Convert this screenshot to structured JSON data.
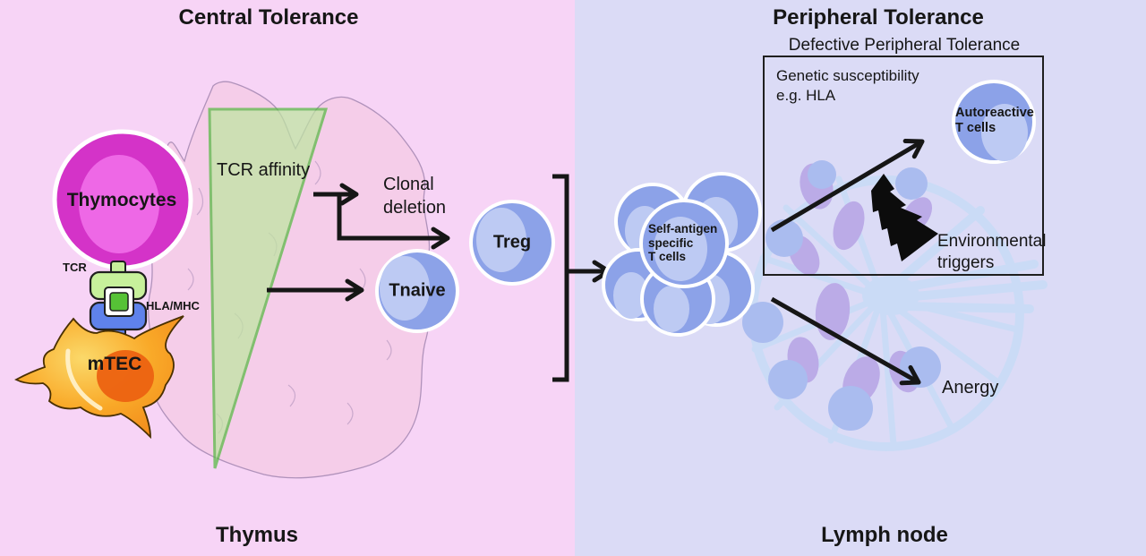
{
  "figure": {
    "central": {
      "title": "Central Tolerance",
      "organ_label": "Thymus"
    },
    "peripheral": {
      "title": "Peripheral Tolerance",
      "subtitle": "Defective Peripheral Tolerance",
      "organ_label": "Lymph node"
    }
  },
  "cells": {
    "thymocytes": "Thymocytes",
    "treg": "Treg",
    "tnaive": "Tnaive",
    "mtec": "mTEC",
    "self_antigen_lines": [
      "Self-antigen",
      "specific",
      "T cells"
    ],
    "autoreactive_lines": [
      "Autoreactive",
      "T cells"
    ]
  },
  "molecules": {
    "tcr": "TCR",
    "hla_mhc": "HLA/MHC"
  },
  "annotations": {
    "tcr_affinity": "TCR affinity",
    "clonal_deletion_lines": [
      "Clonal",
      "deletion"
    ],
    "genetic_lines": [
      "Genetic susceptibility",
      "e.g. HLA"
    ],
    "environmental_lines": [
      "Environmental",
      "triggers"
    ],
    "anergy": "Anergy"
  },
  "colors": {
    "left_background": "#F7D4F6",
    "right_background": "#DBDBF6",
    "t_cell_blue": "#8CA2E8",
    "t_cell_blue_light": "#BDCAF3",
    "thymocyte_magenta": "#D433C8",
    "thymocyte_magenta_light": "#EE68E6",
    "affinity_triangle_green": "#BFE6A1",
    "affinity_triangle_border": "#55BA41",
    "tcr_green": "#C7F09B",
    "antigen_green": "#56C236",
    "hla_blue": "#5F82EB",
    "mtec_orange": "#F9A928",
    "mtec_core_orange": "#EC6211",
    "thymus_pink": "#F5CDE8",
    "lymph_node_blue": "#C7DCF6",
    "arrow_black": "#161616"
  }
}
